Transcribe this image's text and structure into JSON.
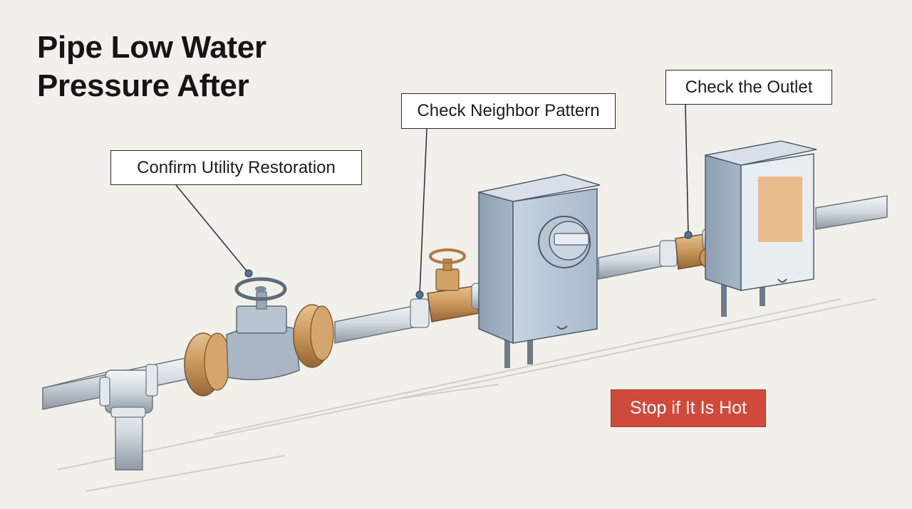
{
  "title": {
    "line1": "Pipe Low Water",
    "line2": "Pressure After"
  },
  "callouts": {
    "restoration": "Confirm Utility Restoration",
    "neighbor": "Check Neighbor Pattern",
    "outlet": "Check the Outlet"
  },
  "warning": {
    "label": "Stop if It Is Hot",
    "color": "#d04a3b"
  },
  "colors": {
    "background": "#f1f0ea",
    "pipe": "#c9d2da",
    "brass": "#c9965a",
    "meter_box": "#b9c8d6",
    "marker": "#4f7896"
  }
}
